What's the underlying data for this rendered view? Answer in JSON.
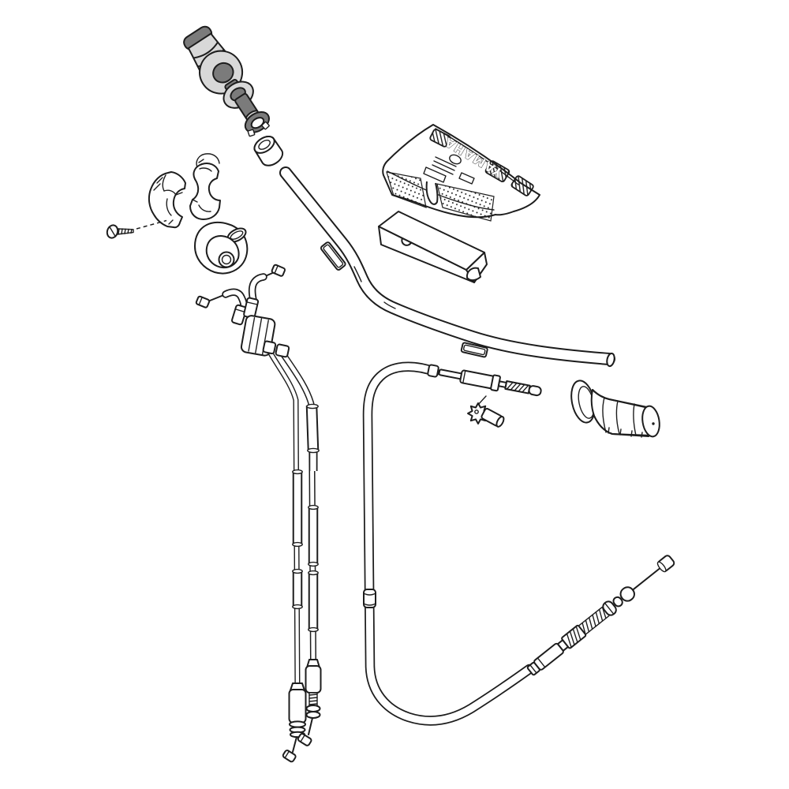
{
  "diagram": {
    "subject": "exploded parts diagram - motorcycle handlebar, throttle and clutch cables",
    "brand_text": "YAMAHA",
    "palette": {
      "bg": "#ffffff",
      "line": "#1d1d1d",
      "light": "#d8d8d8",
      "dark": "#7b7b7b"
    },
    "parts": [
      "throttle-tube-assembly",
      "grip-end-collar",
      "throttle-housing-clamp-left",
      "throttle-housing-clamp-right",
      "clamp-screw",
      "throttle-housing-cover",
      "handlebar",
      "handlebar-pad-cover",
      "handlebar-pad-foam",
      "throttle-cable-pair",
      "clutch-cable",
      "cable-adjuster-wheel",
      "left-grip"
    ]
  }
}
